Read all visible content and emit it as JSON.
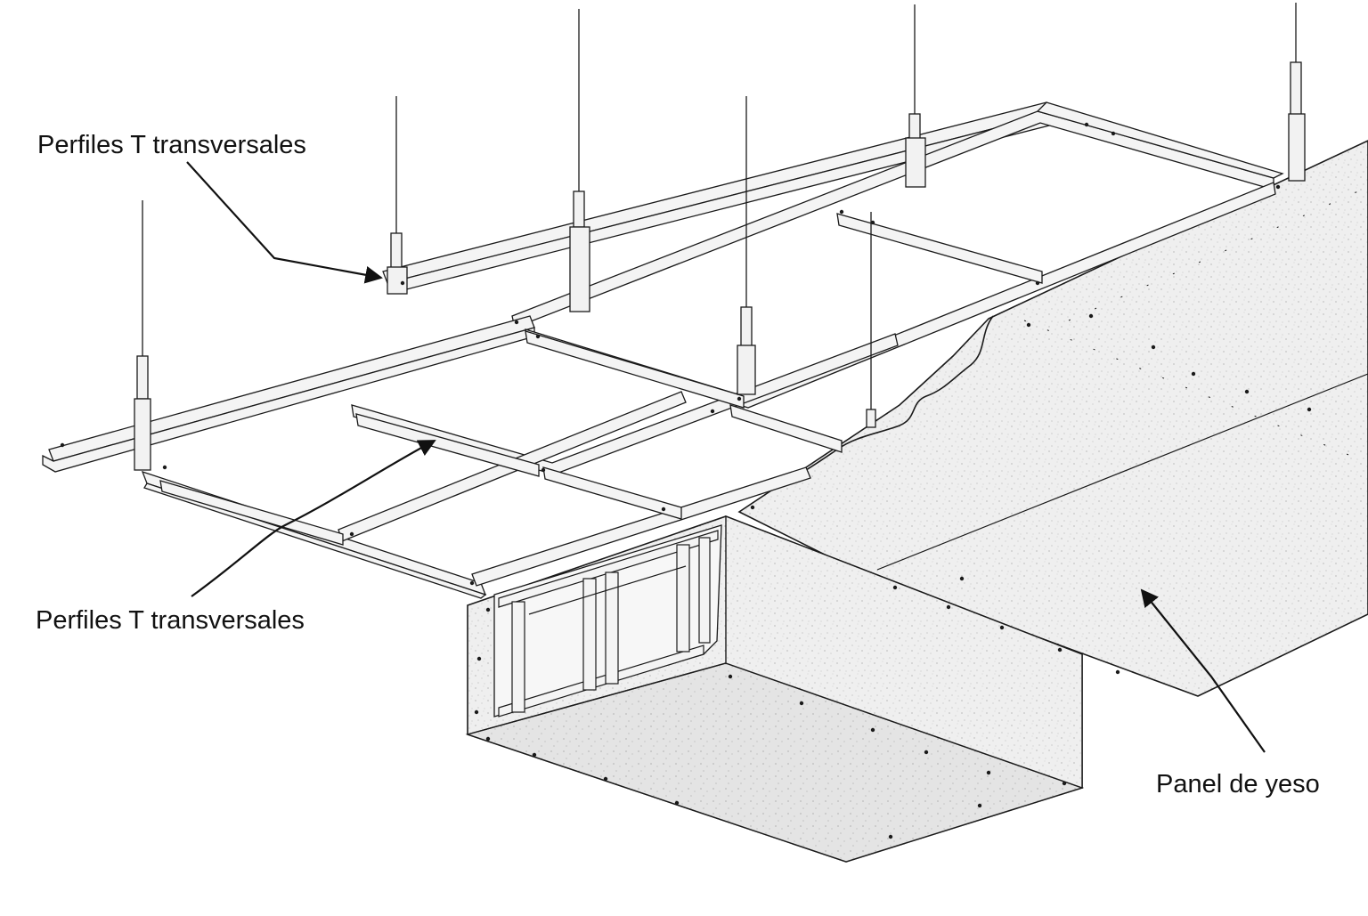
{
  "labels": {
    "top_label": "Perfiles T transversales",
    "middle_label": "Perfiles T transversales",
    "right_label": "Panel de yeso"
  },
  "colors": {
    "background": "#ffffff",
    "line": "#1a1a1a",
    "metal_fill": "#f4f4f4",
    "panel_fill": "#efefef",
    "panel_shade": "#e3e3e3",
    "text": "#111111"
  },
  "icons": {
    "suspension": "hanger-rod-icon",
    "arrow": "arrowhead-icon"
  }
}
